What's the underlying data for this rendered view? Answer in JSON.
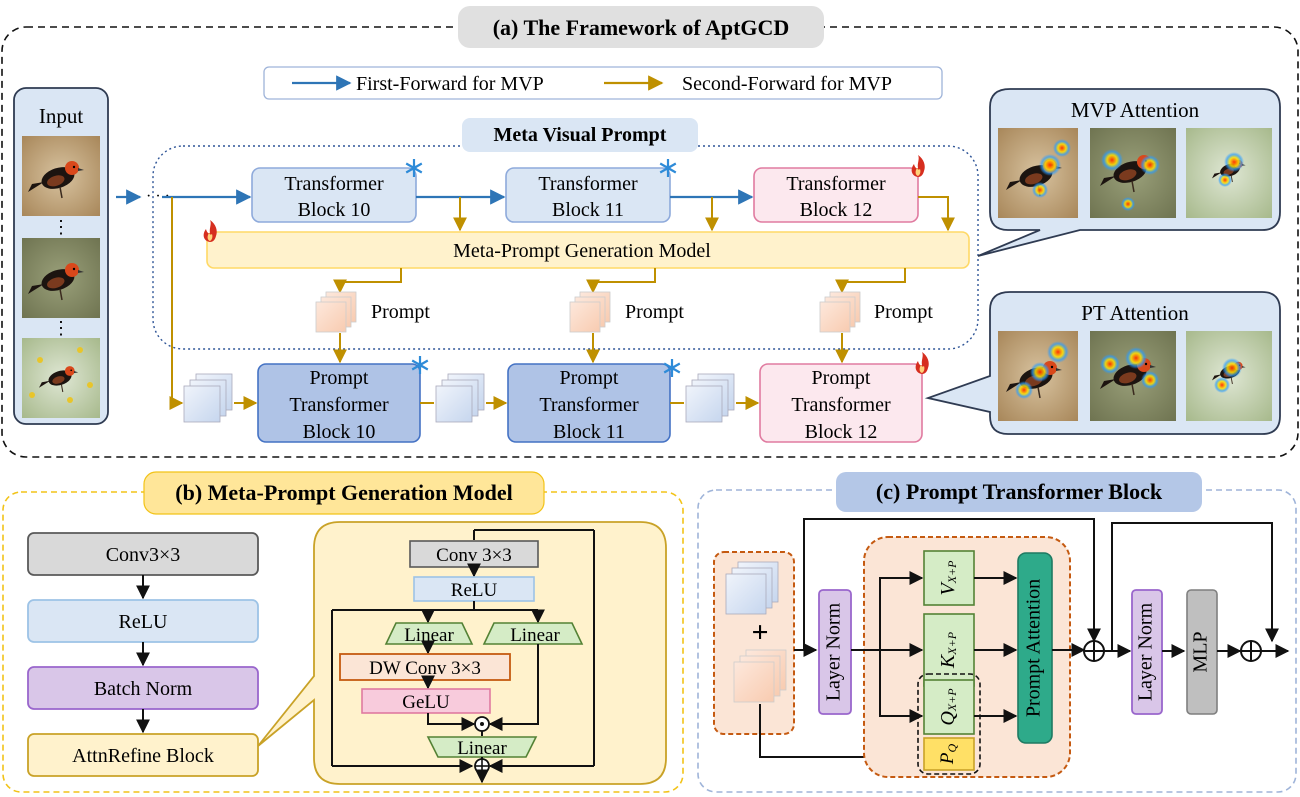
{
  "colors": {
    "blue_arrow": "#2e75b6",
    "gold_arrow": "#bf9000",
    "frozen_block_fill": "#dae6f4",
    "frozen_block_stroke": "#8eaadb",
    "trainable_block_stroke": "#e07ba0",
    "prompt_block_fill": "#afc3e6",
    "prompt_block_stroke": "#4472c4",
    "meta_gen_fill": "#fff2cc",
    "meta_gen_stroke": "#ffd966",
    "snowflake": "#2e8bd8",
    "flame": "#d62e1f",
    "panel_b_border": "#f2c318",
    "panel_c_border": "#9fb4d9",
    "title_a_fill": "#e0e0e0",
    "title_b_fill": "#ffe699",
    "title_c_fill": "#b4c7e7",
    "orange_group": "#c55a11",
    "prompt_attention": "#2eaa8a"
  },
  "panel_a": {
    "title": "(a) The Framework of AptGCD",
    "legend": {
      "first_forward": "First-Forward for MVP",
      "second_forward": "Second-Forward for MVP"
    },
    "input_label": "Input",
    "input_dots": [
      "⋮",
      "⋮"
    ],
    "meta_visual_prompt_label": "Meta Visual Prompt",
    "transformer_blocks": [
      {
        "line1": "Transformer",
        "line2": "Block 10",
        "status": "frozen"
      },
      {
        "line1": "Transformer",
        "line2": "Block 11",
        "status": "frozen"
      },
      {
        "line1": "Transformer",
        "line2": "Block 12",
        "status": "trainable"
      }
    ],
    "meta_prompt_model_label": "Meta-Prompt Generation Model",
    "prompt_labels": [
      "Prompt",
      "Prompt",
      "Prompt"
    ],
    "prompt_blocks": [
      {
        "line1": "Prompt",
        "line2": "Transformer",
        "line3": "Block 10",
        "status": "frozen"
      },
      {
        "line1": "Prompt",
        "line2": "Transformer",
        "line3": "Block 11",
        "status": "frozen"
      },
      {
        "line1": "Prompt",
        "line2": "Transformer",
        "line3": "Block 12",
        "status": "trainable"
      }
    ],
    "mvp_attention_label": "MVP Attention",
    "pt_attention_label": "PT Attention",
    "icons": [
      "snowflake-icon",
      "flame-icon"
    ]
  },
  "panel_b": {
    "title": "(b) Meta-Prompt Generation Model",
    "stack": [
      "Conv3×3",
      "ReLU",
      "Batch Norm",
      "AttnRefine Block"
    ],
    "detail": {
      "conv": "Conv 3×3",
      "relu": "ReLU",
      "linear_left": "Linear",
      "linear_right": "Linear",
      "dwconv": "DW Conv 3×3",
      "gelu": "GeLU",
      "linear_bottom": "Linear",
      "multiply_symbol": "⊙",
      "add_symbol": "⊕"
    }
  },
  "panel_c": {
    "title": "(c) Prompt Transformer Block",
    "plus_symbol": "+",
    "layer_norm_1": "Layer Norm",
    "v_label": "V",
    "v_sub": "X+P",
    "k_label": "K",
    "k_sub": "X+P",
    "q_label": "Q",
    "q_sub": "X+P",
    "p_label": "P",
    "p_sub": "Q",
    "prompt_attention": "Prompt Attention",
    "layer_norm_2": "Layer Norm",
    "mlp": "MLP",
    "add_symbol": "⊕"
  }
}
